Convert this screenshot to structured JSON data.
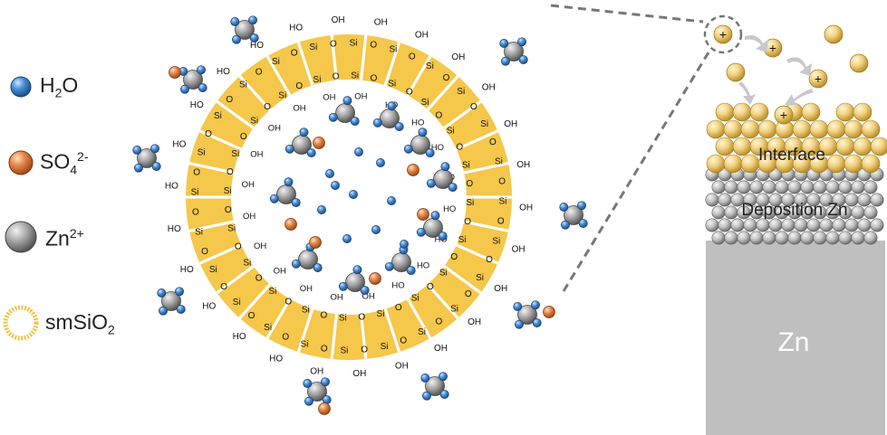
{
  "legend": {
    "water": {
      "base": "H",
      "sub": "2",
      "rest": "O"
    },
    "sulfate": {
      "base": "SO",
      "sub": "4",
      "sup": "2-"
    },
    "zinc_ion": {
      "base": "Zn",
      "sup": "2+"
    },
    "smsio2": {
      "base": "smSiO",
      "sub": "2"
    }
  },
  "sphere": {
    "si_label": "Si",
    "o_label": "O",
    "oh_label": "OH",
    "ho_label": "HO"
  },
  "zinc_panel": {
    "interface_label": "Interface",
    "deposition_label": "Deposition Zn",
    "substrate_label": "Zn",
    "ion_charge": "+"
  },
  "colors": {
    "water": "#3a7fc4",
    "sulfate": "#e07a3c",
    "zinc_ion": "#9a9a9a",
    "silica_shell": "#f5c74a",
    "interface_sphere": "#efcf80",
    "deposition_sphere": "#b8b8b8",
    "substrate": "#bdbdbd"
  },
  "icons": [
    "water-molecule-icon",
    "sulfate-ion-icon",
    "zinc-ion-icon",
    "silica-ring-icon",
    "transfer-arrow-icon",
    "zoom-callout-icon"
  ]
}
